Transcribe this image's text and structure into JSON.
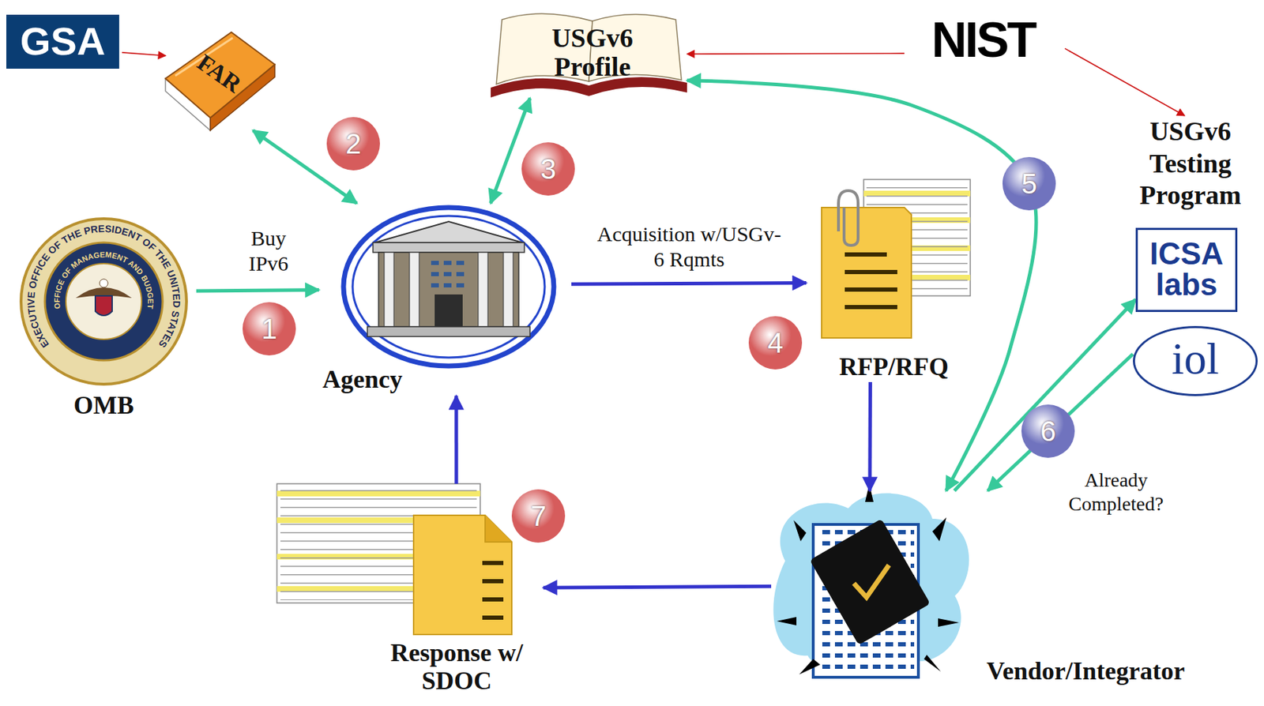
{
  "diagram": {
    "nodes": [
      {
        "text": [
          "GSA"
        ]
      },
      {
        "text": [
          "FAR"
        ]
      },
      {
        "text": [
          "USGv6 Profile"
        ]
      },
      {
        "text": [
          "NIST"
        ]
      },
      {
        "text": [
          "USGv6 Testing Program"
        ]
      },
      {
        "text": [
          "ICSA labs"
        ],
        "in": 4
      },
      {
        "text": [
          "iol"
        ],
        "in": 4
      },
      {
        "text": [
          "EXECUTIVE OFFICE OF THE PRESIDENT OF THE UNITED STATES",
          "OFFICE OF MANAGEMENT AND BUDGET",
          "OMB"
        ]
      },
      {
        "text": [
          "Agency"
        ]
      },
      {
        "text": [
          "RFP/RFQ"
        ]
      },
      {
        "text": [
          "Vendor/Integrator"
        ]
      },
      {
        "text": [
          "Response w/ SDOC"
        ]
      }
    ],
    "edges": [
      {
        "from": 0,
        "to": 1,
        "arrow": "to"
      },
      {
        "from": 3,
        "to": 2,
        "arrow": "to"
      },
      {
        "from": 3,
        "to": 4,
        "arrow": "to"
      },
      {
        "from": 7,
        "to": 8,
        "label": "Buy IPv6",
        "arrow": "to"
      },
      {
        "from": 1,
        "to": 8,
        "arrow": "both"
      },
      {
        "from": 2,
        "to": 8,
        "arrow": "both"
      },
      {
        "from": 8,
        "to": 9,
        "label": "Acquisition w/USGv-6 Rqmts",
        "arrow": "to"
      },
      {
        "from": 9,
        "to": 10,
        "arrow": "to"
      },
      {
        "from": 2,
        "to": 10,
        "arrow": "both"
      },
      {
        "from": 10,
        "to": 5,
        "arrow": "to"
      },
      {
        "from": 6,
        "to": 10,
        "label": "Already Completed?",
        "arrow": "to"
      },
      {
        "from": 10,
        "to": 11,
        "arrow": "to"
      },
      {
        "from": 11,
        "to": 8,
        "arrow": "to"
      }
    ],
    "labels": [
      "1",
      "2",
      "3",
      "4",
      "5",
      "6",
      "7"
    ]
  }
}
